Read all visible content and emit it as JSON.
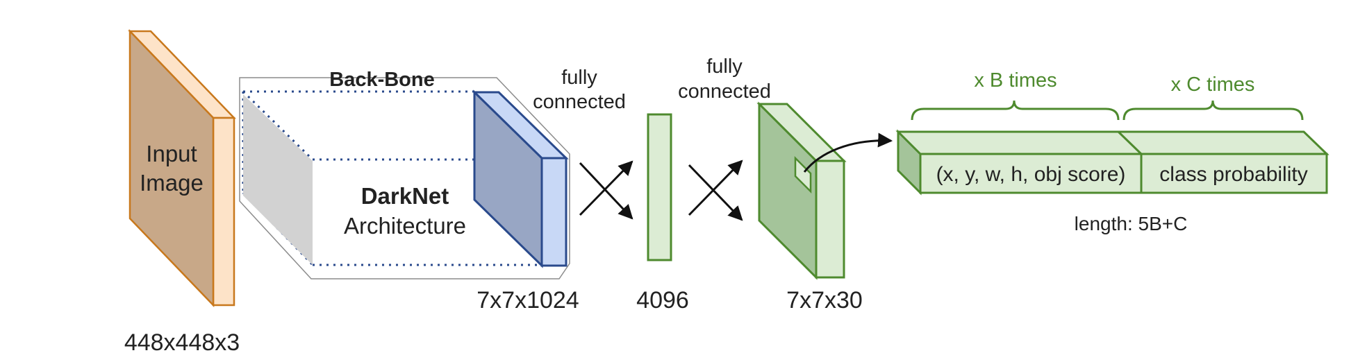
{
  "input": {
    "label_line1": "Input",
    "label_line2": "Image",
    "dims": "448x448x3"
  },
  "backbone": {
    "title": "Back-Bone",
    "name_line1": "DarkNet",
    "name_line2": "Architecture",
    "output_dims": "7x7x1024"
  },
  "connections": {
    "fc1_line1": "fully",
    "fc1_line2": "connected",
    "fc2_line1": "fully",
    "fc2_line2": "connected"
  },
  "fc_layer": {
    "dims": "4096"
  },
  "output_tensor": {
    "dims": "7x7x30"
  },
  "vector": {
    "box_text": "(x, y, w, h, obj score)",
    "class_text": "class probability",
    "brace_b": "x B times",
    "brace_c": "x C times",
    "length_label": "length: 5B+C"
  },
  "colors": {
    "orange_stroke": "#c8781c",
    "orange_front": "#c8a888",
    "orange_side": "#fde3c8",
    "blue_stroke": "#2a4a8c",
    "blue_front": "#98a6c4",
    "blue_side": "#c8d8f6",
    "green_stroke": "#4e8a2e",
    "green_front": "#a4c49a",
    "green_light": "#dcecd4"
  }
}
